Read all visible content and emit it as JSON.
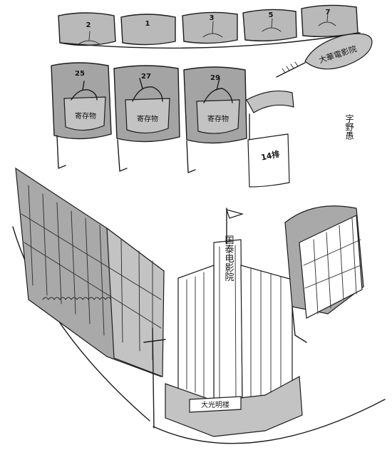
{
  "front_row": {
    "seat_numbers": [
      "2",
      "1",
      "3",
      "5",
      "7"
    ]
  },
  "back_row": {
    "seats": [
      {
        "number": "25",
        "tag": "寄存物"
      },
      {
        "number": "27",
        "tag": "寄存物"
      },
      {
        "number": "29",
        "tag": "寄存物"
      }
    ],
    "row_label": "14排"
  },
  "fan_text": "大華電影院",
  "signature": "字野愚",
  "building": {
    "sign": "国泰电影院",
    "shop_sign": "大光明楼"
  }
}
